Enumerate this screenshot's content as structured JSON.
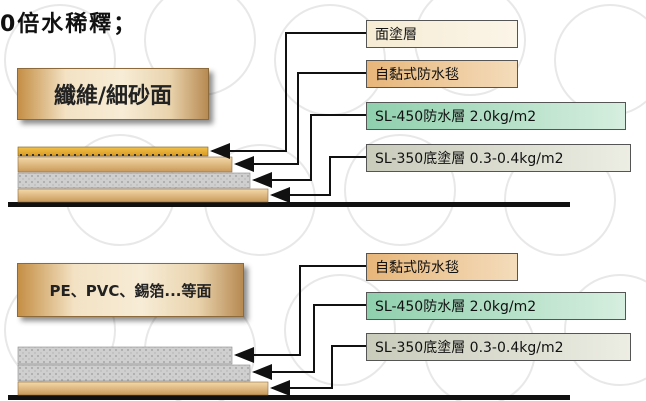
{
  "heading": "0倍水稀釋；",
  "sections": [
    {
      "surface_label": "纖維/細砂面",
      "callouts": [
        "面塗層",
        "自黏式防水毯",
        "SL-450防水層 2.0kg/m2",
        "SL-350底塗層 0.3-0.4kg/m2"
      ]
    },
    {
      "surface_label": "PE、PVC、錫箔...等面",
      "callouts": [
        "自黏式防水毯",
        "SL-450防水層 2.0kg/m2",
        "SL-350底塗層 0.3-0.4kg/m2"
      ]
    }
  ],
  "colors": {
    "top_coat": "#f6ecd4",
    "blanket": "#e7b67a",
    "sl450": "#8fd0ad",
    "sl350": "#c9cbbb",
    "substrate_line": "#111111"
  }
}
